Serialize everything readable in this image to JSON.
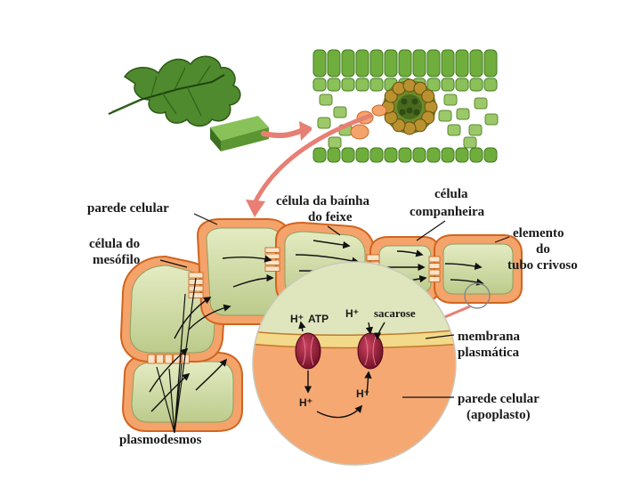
{
  "labels": {
    "cell_wall": "parede celular",
    "mesophyll_cell_line1": "célula do",
    "mesophyll_cell_line2": "mesófilo",
    "bundle_sheath_line1": "célula da baínha",
    "bundle_sheath_line2": "do feixe",
    "companion_line1": "célula",
    "companion_line2": "companheira",
    "sieve_line1": "elemento",
    "sieve_line2": "do",
    "sieve_line3": "tubo crivoso",
    "plasmodesmata": "plasmodesmos",
    "membrane_line1": "membrana",
    "membrane_line2": "plasmática",
    "apoplast_line1": "parede celular",
    "apoplast_line2": "(apoplasto)",
    "h_plus": "H⁺",
    "atp": "ATP",
    "sucrose": "sacarose"
  },
  "colors": {
    "cell_wall": "#f4a36a",
    "cell_wall_dark": "#e37a35",
    "cytoplasm": "#d9e3b0",
    "cytoplasm_dark": "#b9c98a",
    "leaf": "#4f8a2e",
    "tissue_green": "#7fb34a",
    "pump": "#9a1f3a",
    "arrow": "#e87f74"
  }
}
